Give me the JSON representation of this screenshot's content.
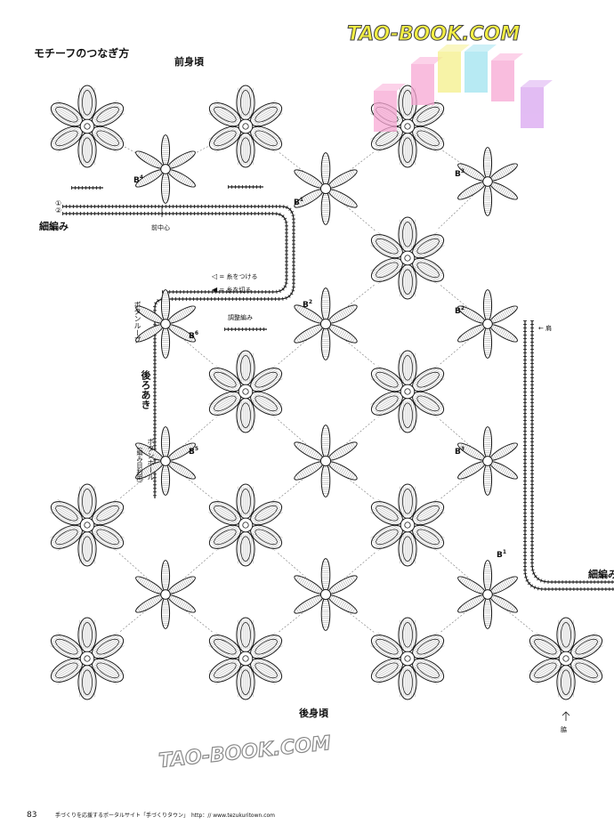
{
  "title": "モチーフのつなぎ方",
  "labels": {
    "front_body": "前身頃",
    "back_body": "後身頃",
    "single_crochet_left": "細編み",
    "single_crochet_right": "細編み",
    "center_front": "前中心",
    "adjustment": "調整編み",
    "shoulder": "← 肩",
    "side_seam": "脇",
    "button_loop": "ボタンループ",
    "back_opening": "後ろあき",
    "buttonhole": "ボタンホール",
    "buttonhole_note": "（編み目利用）"
  },
  "legend": {
    "attach_yarn": "= 糸をつける",
    "cut_yarn": "= 糸を切る"
  },
  "motif_labels": {
    "b1": "B",
    "b1_sup": "1",
    "b2": "B",
    "b2_sup": "2",
    "b3": "B",
    "b3_sup": "3",
    "b4": "B",
    "b4_sup": "4",
    "b5": "B",
    "b5_sup": "5",
    "b6": "B",
    "b6_sup": "6"
  },
  "row_markers": [
    "①",
    "②"
  ],
  "watermarks": {
    "top": "TAO-BOOK.COM",
    "bottom": "TAO-BOOK.COM"
  },
  "footer": {
    "page_number": "83",
    "text": "手づくりを応援するポータルサイト「手づくりタウン」　http：// www.tezukuritown.com"
  },
  "colors": {
    "line": "#1a1a1a",
    "dotted": "#777777",
    "watermark_yellow": "#f2ee43",
    "cube_pink": "#f8a8d4",
    "cube_yellow": "#f5f08a",
    "cube_cyan": "#9fe3f0",
    "cube_purple": "#d9a6f0"
  }
}
